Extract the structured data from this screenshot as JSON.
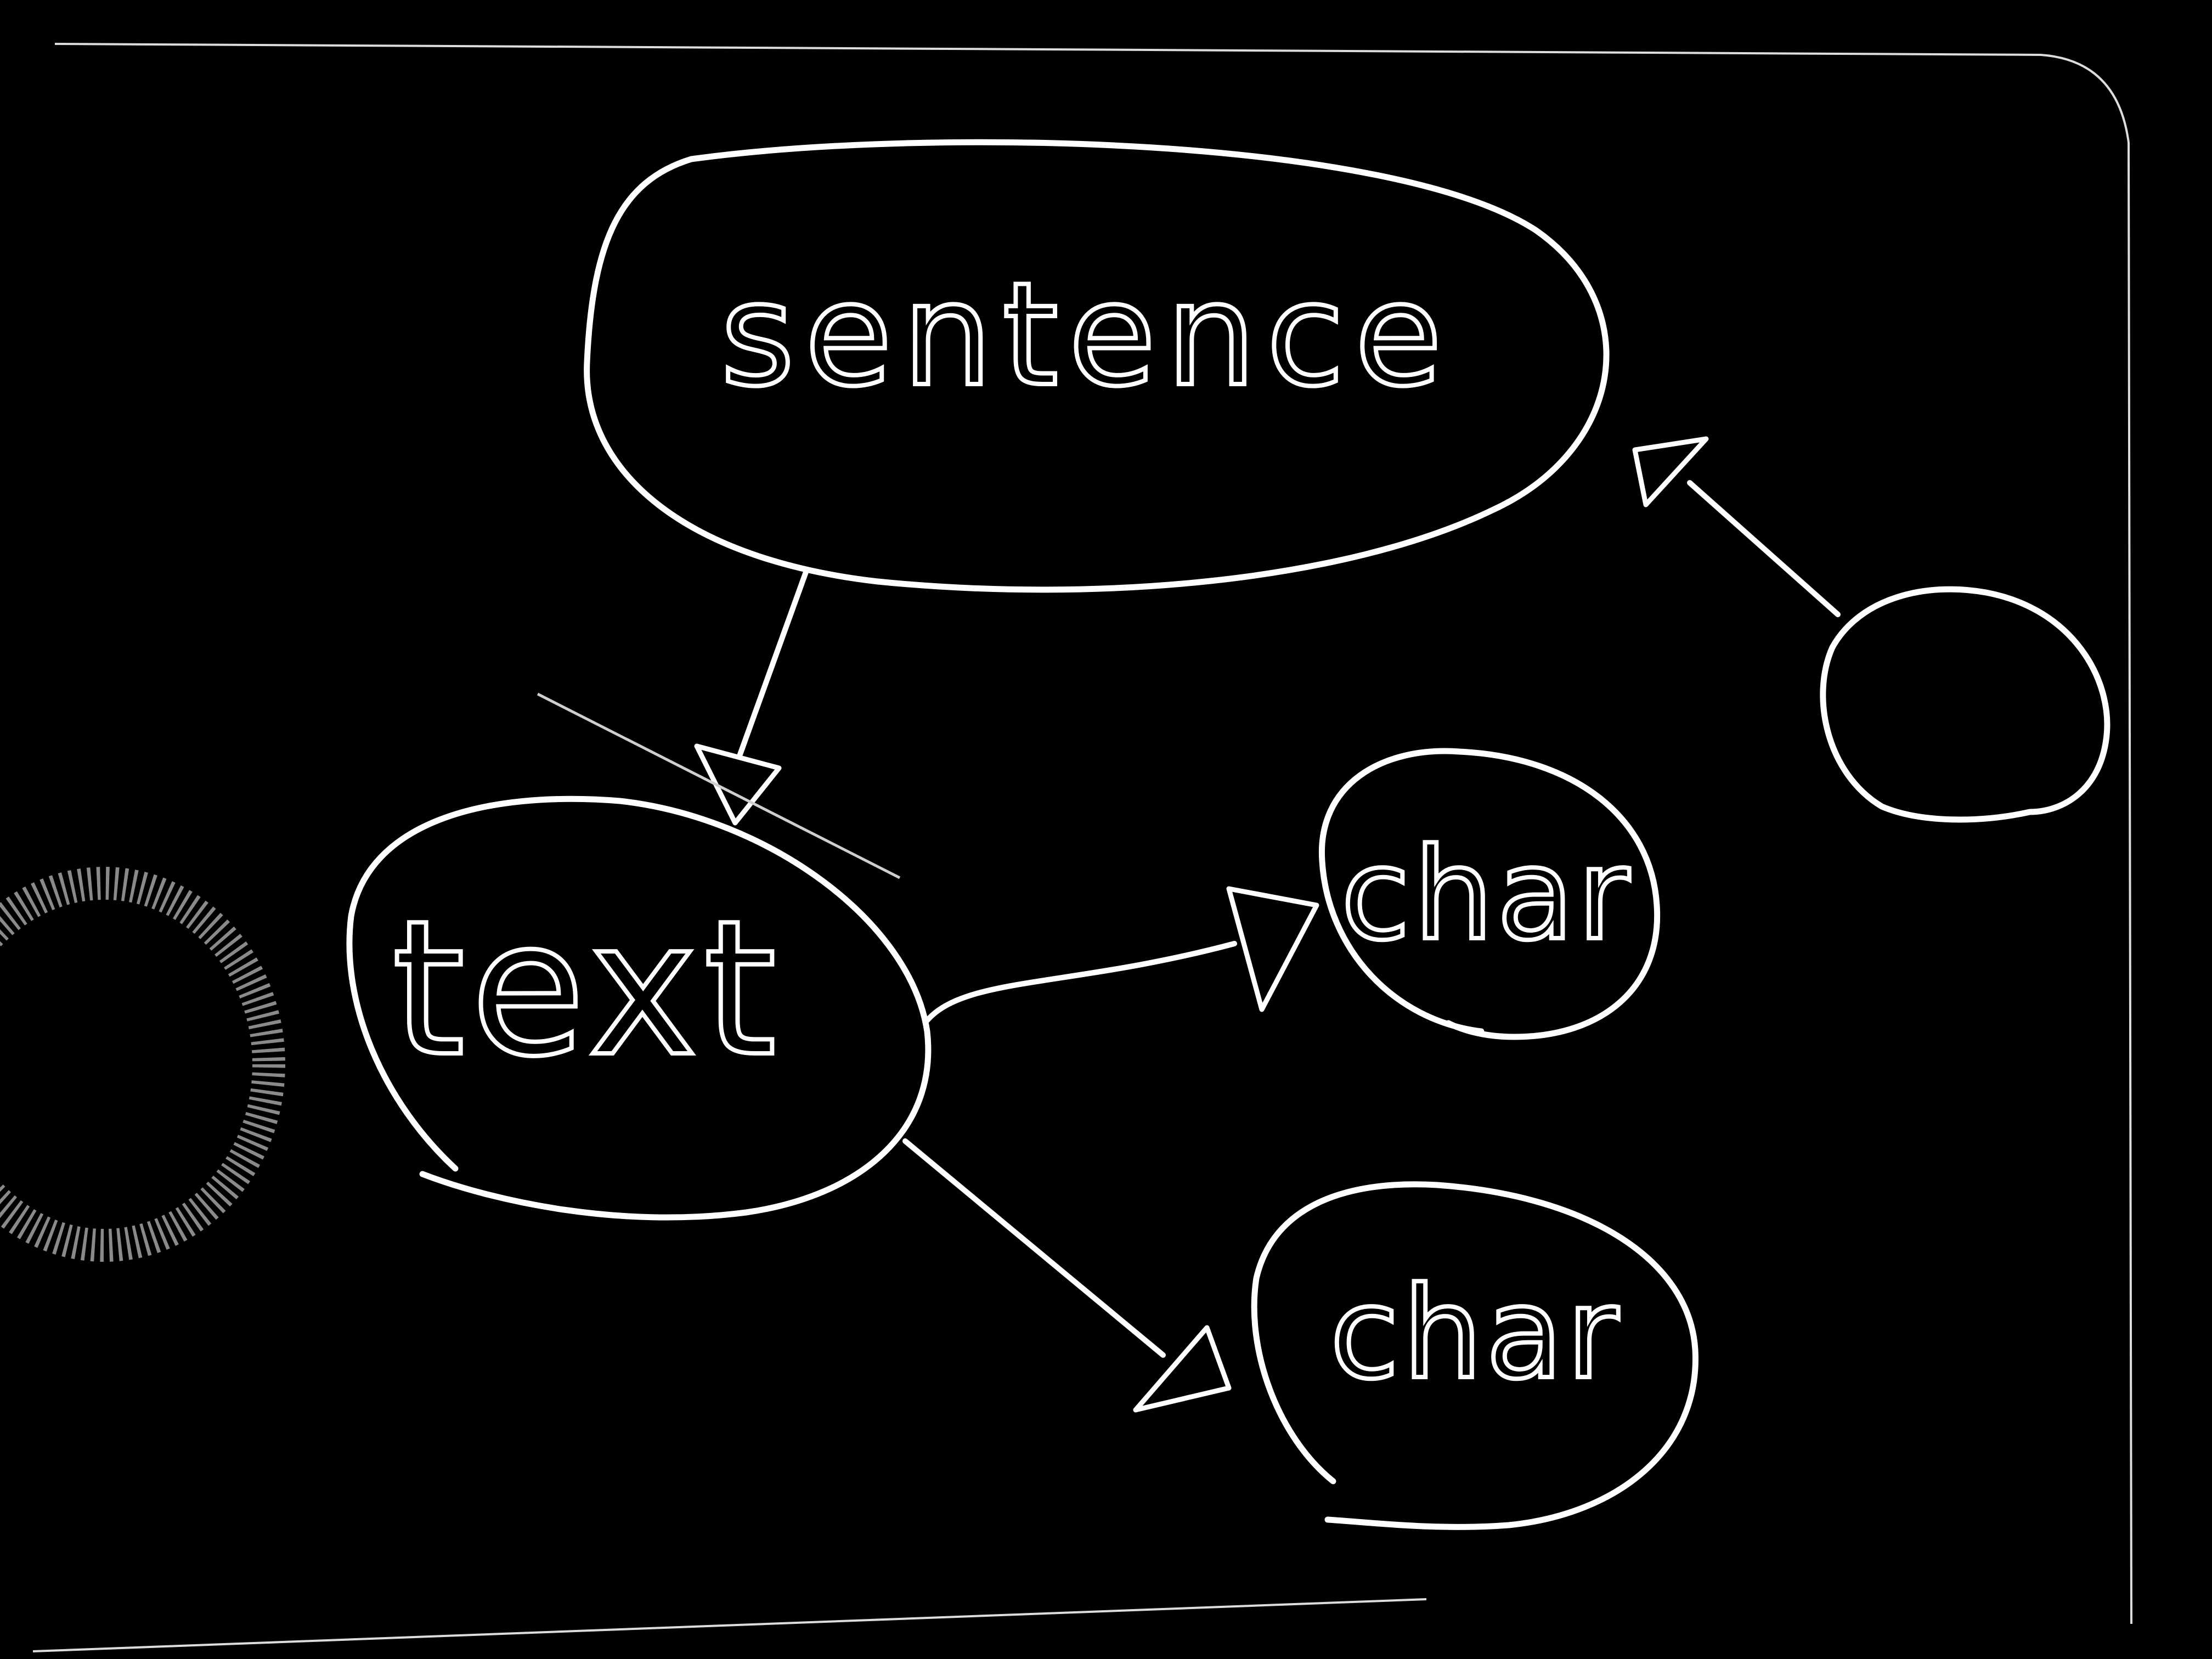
{
  "colors": {
    "background": "#000000",
    "ink": "#ffffff"
  },
  "nodes": {
    "sentence": {
      "label": "sentence"
    },
    "text": {
      "label": "text"
    },
    "char_top": {
      "label": "char"
    },
    "char_bottom": {
      "label": "char"
    },
    "unlabeled": {
      "label": ""
    }
  },
  "edges": [
    {
      "from": "sentence",
      "to": "text"
    },
    {
      "from": "text",
      "to": "char_top"
    },
    {
      "from": "text",
      "to": "char_bottom"
    },
    {
      "from": "unlabeled",
      "to": "sentence"
    }
  ]
}
